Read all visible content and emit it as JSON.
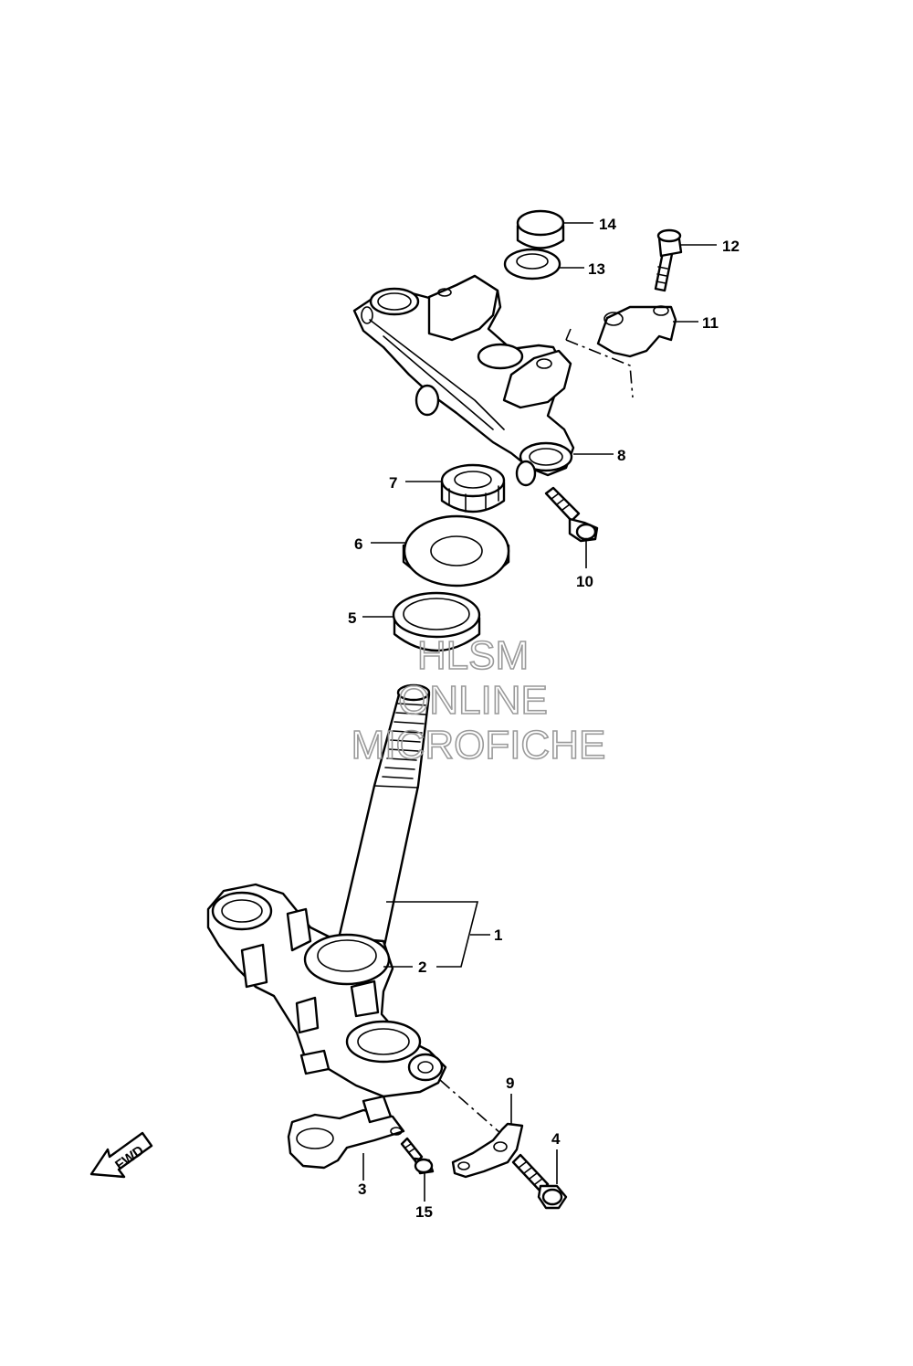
{
  "callouts": {
    "c1": "1",
    "c2": "2",
    "c3": "3",
    "c4": "4",
    "c5": "5",
    "c6": "6",
    "c7": "7",
    "c8": "8",
    "c9": "9",
    "c10": "10",
    "c11": "11",
    "c12": "12",
    "c13": "13",
    "c14": "14",
    "c15": "15"
  },
  "watermark": {
    "line1": "HLSM",
    "line2": "ONLINE",
    "line3": "MICROFICHE",
    "color": "#9a9a9a"
  },
  "fwd_label": "FWD"
}
